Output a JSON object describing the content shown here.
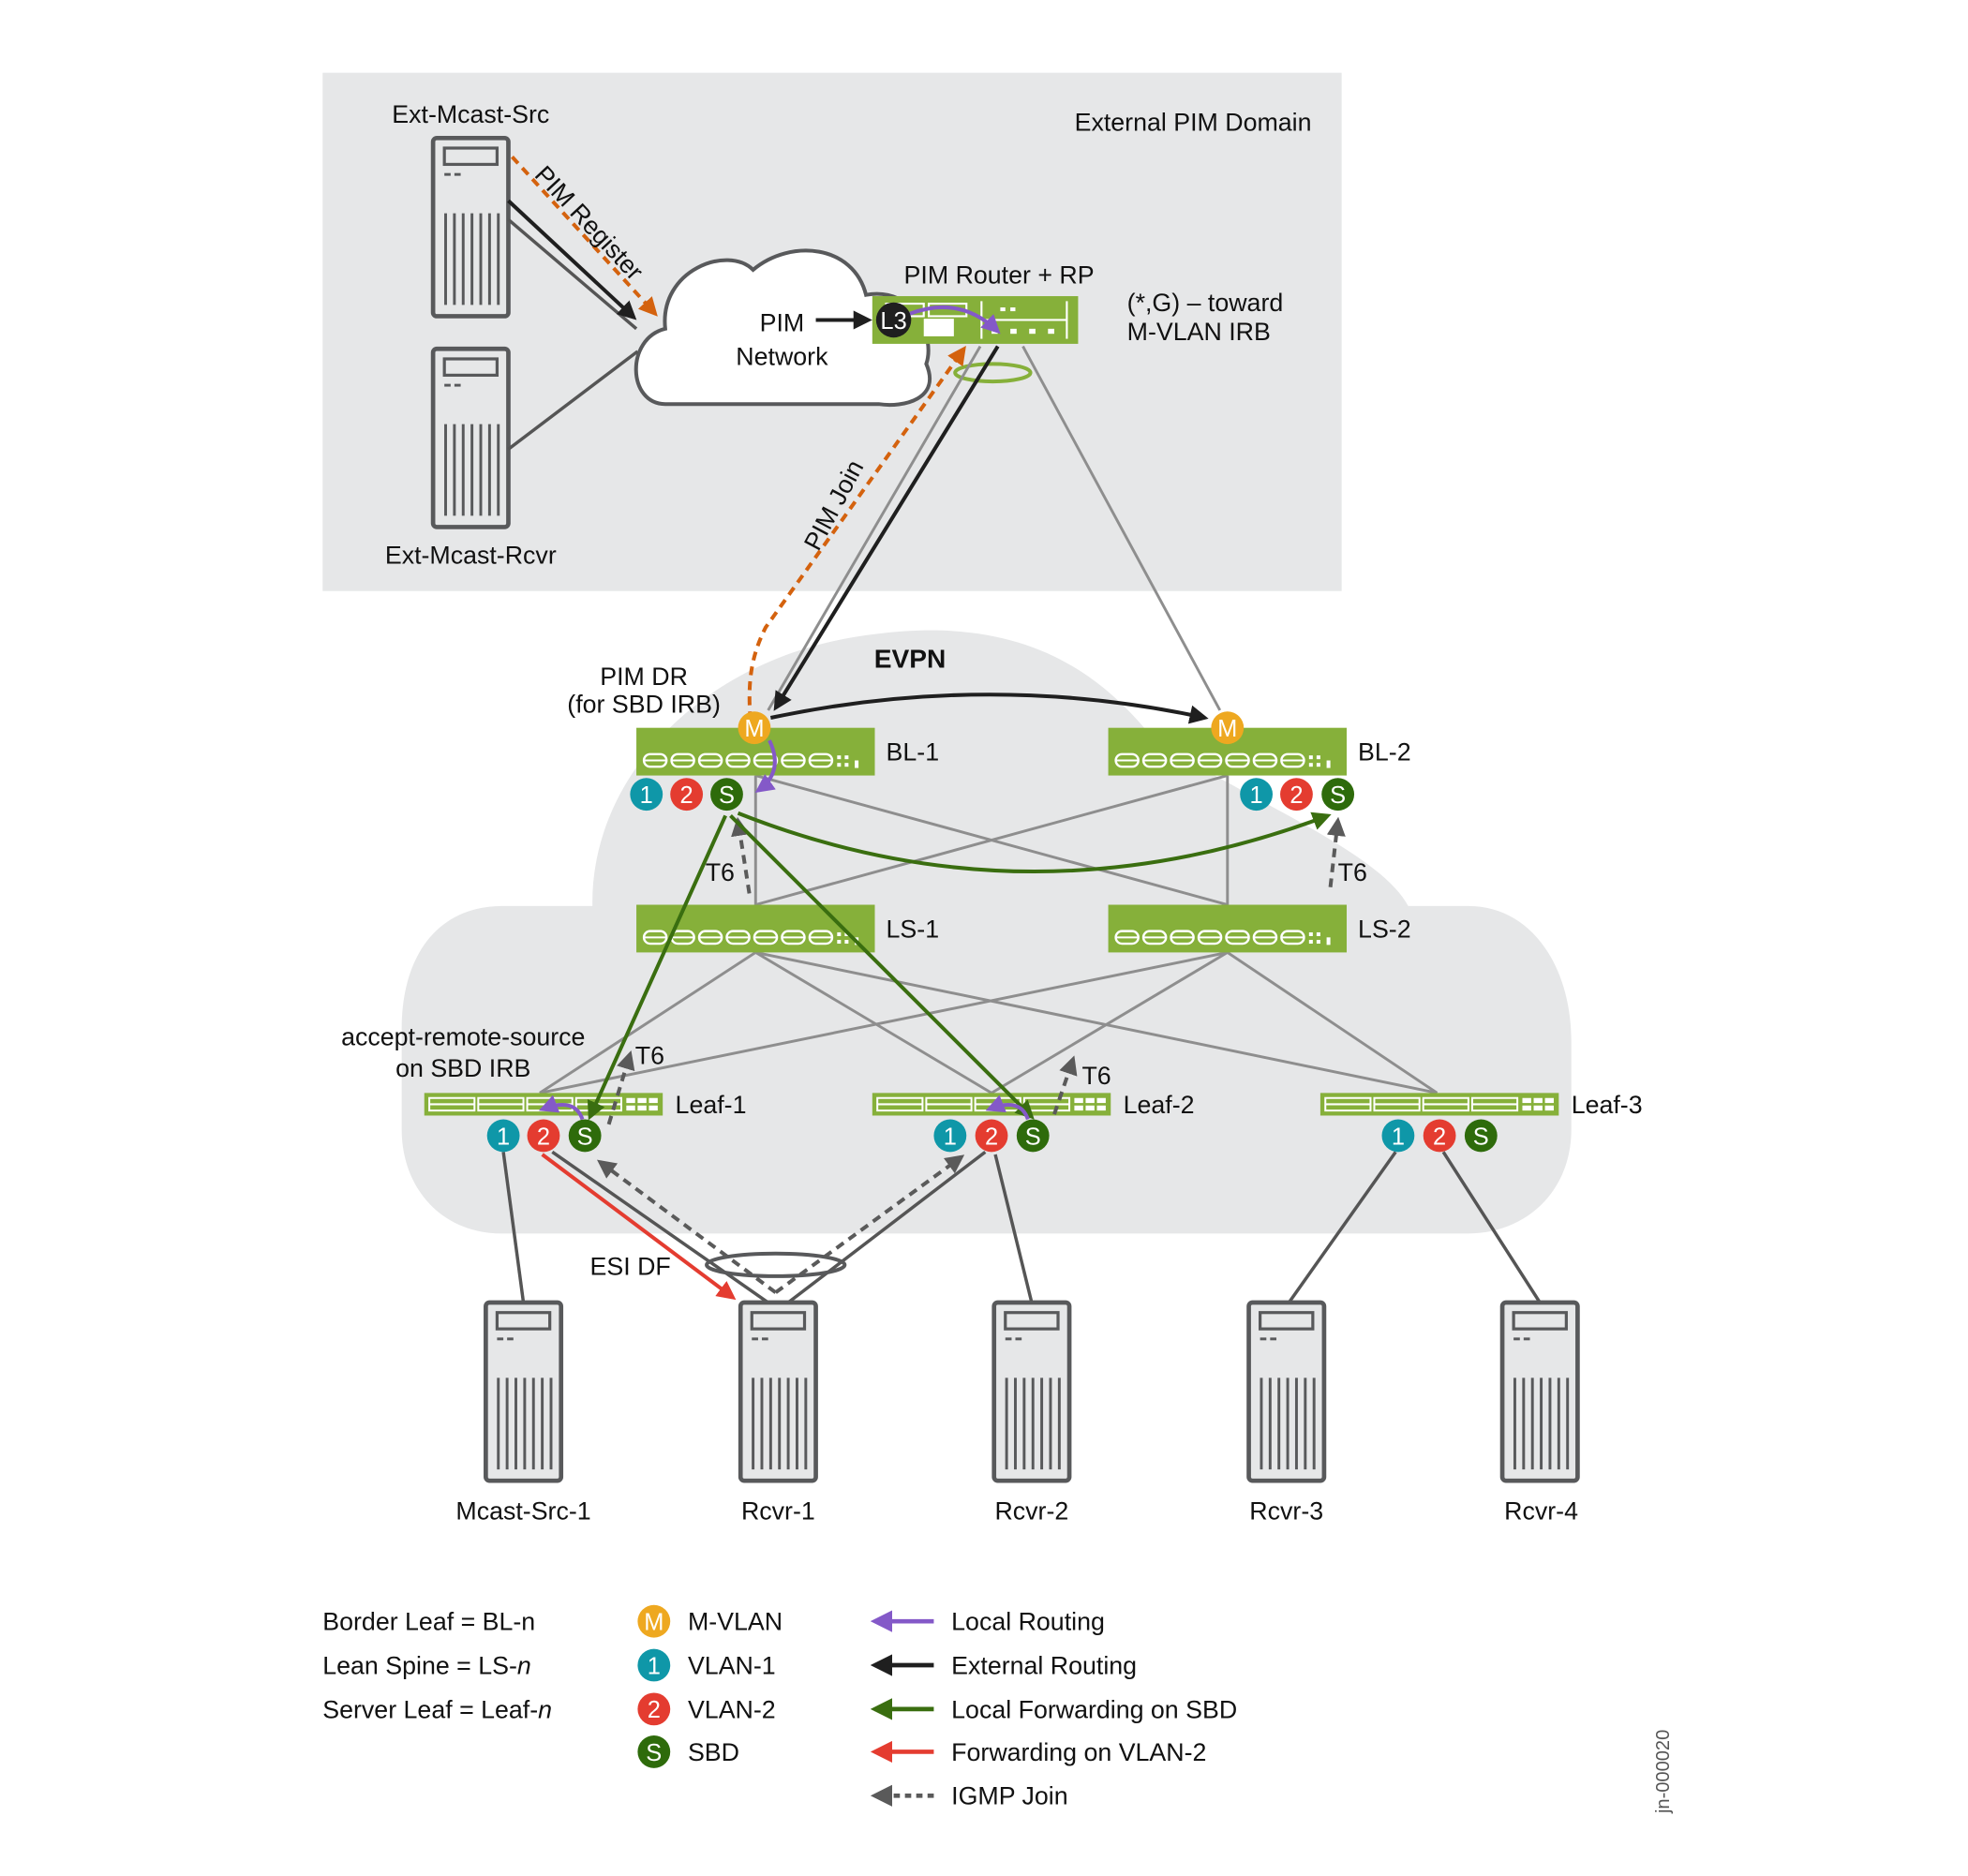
{
  "diagram": {
    "external_domain": {
      "title": "External PIM Domain",
      "ext_source": "Ext-Mcast-Src",
      "ext_receiver": "Ext-Mcast-Rcvr",
      "cloud_label_line1": "PIM",
      "cloud_label_line2": "Network",
      "router_label": "PIM Router + RP",
      "router_badge": "L3",
      "router_note_line1": "(*,G) – toward",
      "router_note_line2": "M-VLAN IRB",
      "pim_register_label": "PIM Register",
      "pim_join_label": "PIM Join"
    },
    "evpn": {
      "title": "EVPN",
      "pim_dr_line1": "PIM DR",
      "pim_dr_line2": "(for SBD IRB)",
      "accept_remote_line1": "accept-remote-source",
      "accept_remote_line2": "on SBD IRB",
      "esi_df": "ESI DF",
      "t6": "T6",
      "border_leafs": [
        {
          "name": "BL-1",
          "badges": [
            "M",
            "1",
            "2",
            "S"
          ]
        },
        {
          "name": "BL-2",
          "badges": [
            "M",
            "1",
            "2",
            "S"
          ]
        }
      ],
      "lean_spines": [
        {
          "name": "LS-1"
        },
        {
          "name": "LS-2"
        }
      ],
      "server_leafs": [
        {
          "name": "Leaf-1",
          "badges": [
            "1",
            "2",
            "S"
          ]
        },
        {
          "name": "Leaf-2",
          "badges": [
            "1",
            "2",
            "S"
          ]
        },
        {
          "name": "Leaf-3",
          "badges": [
            "1",
            "2",
            "S"
          ]
        }
      ]
    },
    "servers": [
      "Mcast-Src-1",
      "Rcvr-1",
      "Rcvr-2",
      "Rcvr-3",
      "Rcvr-4"
    ],
    "badges": {
      "M": {
        "text": "M",
        "color": "#eea820"
      },
      "1": {
        "text": "1",
        "color": "#0f97a8"
      },
      "2": {
        "text": "2",
        "color": "#e43c30"
      },
      "S": {
        "text": "S",
        "color": "#2e6b0b"
      }
    },
    "colors": {
      "switch_green": "#86b03a",
      "local_routing": "#8459c8",
      "external_routing": "#1f1f1f",
      "local_forwarding_sbd": "#3a6e10",
      "forwarding_vlan2": "#e43c30",
      "igmp_join": "#5a5a5a",
      "pim_orange": "#d4620e",
      "domain_bg": "#e6e7e8"
    },
    "legend": {
      "naming": [
        {
          "prefix": "Border Leaf = BL-",
          "suffix": "n"
        },
        {
          "prefix": "Lean Spine = LS-",
          "suffix": "n"
        },
        {
          "prefix": "Server Leaf = Leaf-",
          "suffix": "n"
        }
      ],
      "badges": [
        {
          "symbol": "M",
          "label": "M-VLAN"
        },
        {
          "symbol": "1",
          "label": "VLAN-1"
        },
        {
          "symbol": "2",
          "label": "VLAN-2"
        },
        {
          "symbol": "S",
          "label": "SBD"
        }
      ],
      "arrows": [
        {
          "label": "Local Routing",
          "style": "solid",
          "color_key": "local_routing"
        },
        {
          "label": "External Routing",
          "style": "solid",
          "color_key": "external_routing"
        },
        {
          "label": "Local Forwarding on SBD",
          "style": "solid",
          "color_key": "local_forwarding_sbd"
        },
        {
          "label": "Forwarding on VLAN-2",
          "style": "solid",
          "color_key": "forwarding_vlan2"
        },
        {
          "label": "IGMP Join",
          "style": "dashed",
          "color_key": "igmp_join"
        }
      ]
    },
    "figure_id": "jn-000020"
  }
}
